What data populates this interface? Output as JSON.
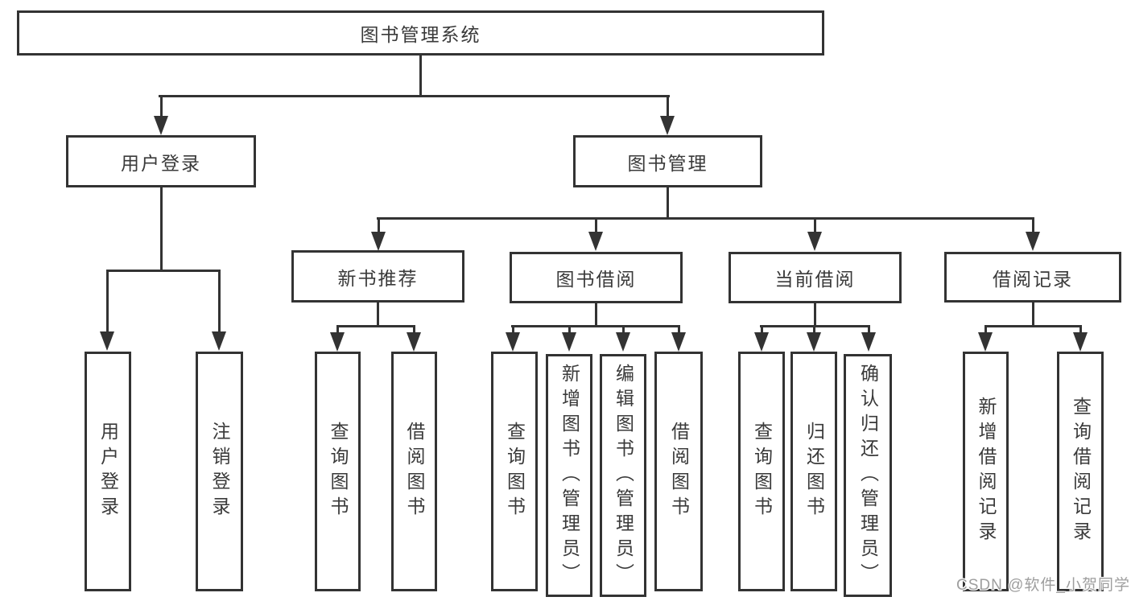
{
  "tree": {
    "root": {
      "label": "图书管理系统"
    },
    "children": [
      {
        "label": "用户登录",
        "children": [
          {
            "label": "用户登录"
          },
          {
            "label": "注销登录"
          }
        ]
      },
      {
        "label": "图书管理",
        "children": [
          {
            "label": "新书推荐",
            "children": [
              {
                "label": "查询图书"
              },
              {
                "label": "借阅图书"
              }
            ]
          },
          {
            "label": "图书借阅",
            "children": [
              {
                "label": "查询图书"
              },
              {
                "label": "新增图书（管理员）"
              },
              {
                "label": "编辑图书（管理员）"
              },
              {
                "label": "借阅图书"
              }
            ]
          },
          {
            "label": "当前借阅",
            "children": [
              {
                "label": "查询图书"
              },
              {
                "label": "归还图书"
              },
              {
                "label": "确认归还（管理员）"
              }
            ]
          },
          {
            "label": "借阅记录",
            "children": [
              {
                "label": "新增借阅记录"
              },
              {
                "label": "查询借阅记录"
              }
            ]
          }
        ]
      }
    ]
  },
  "watermark": {
    "text": "CSDN @软件_小贺同学"
  },
  "colors": {
    "line": "#333333",
    "text": "#3a3a3a",
    "watermark": "#9e9e9e",
    "background": "#ffffff"
  }
}
